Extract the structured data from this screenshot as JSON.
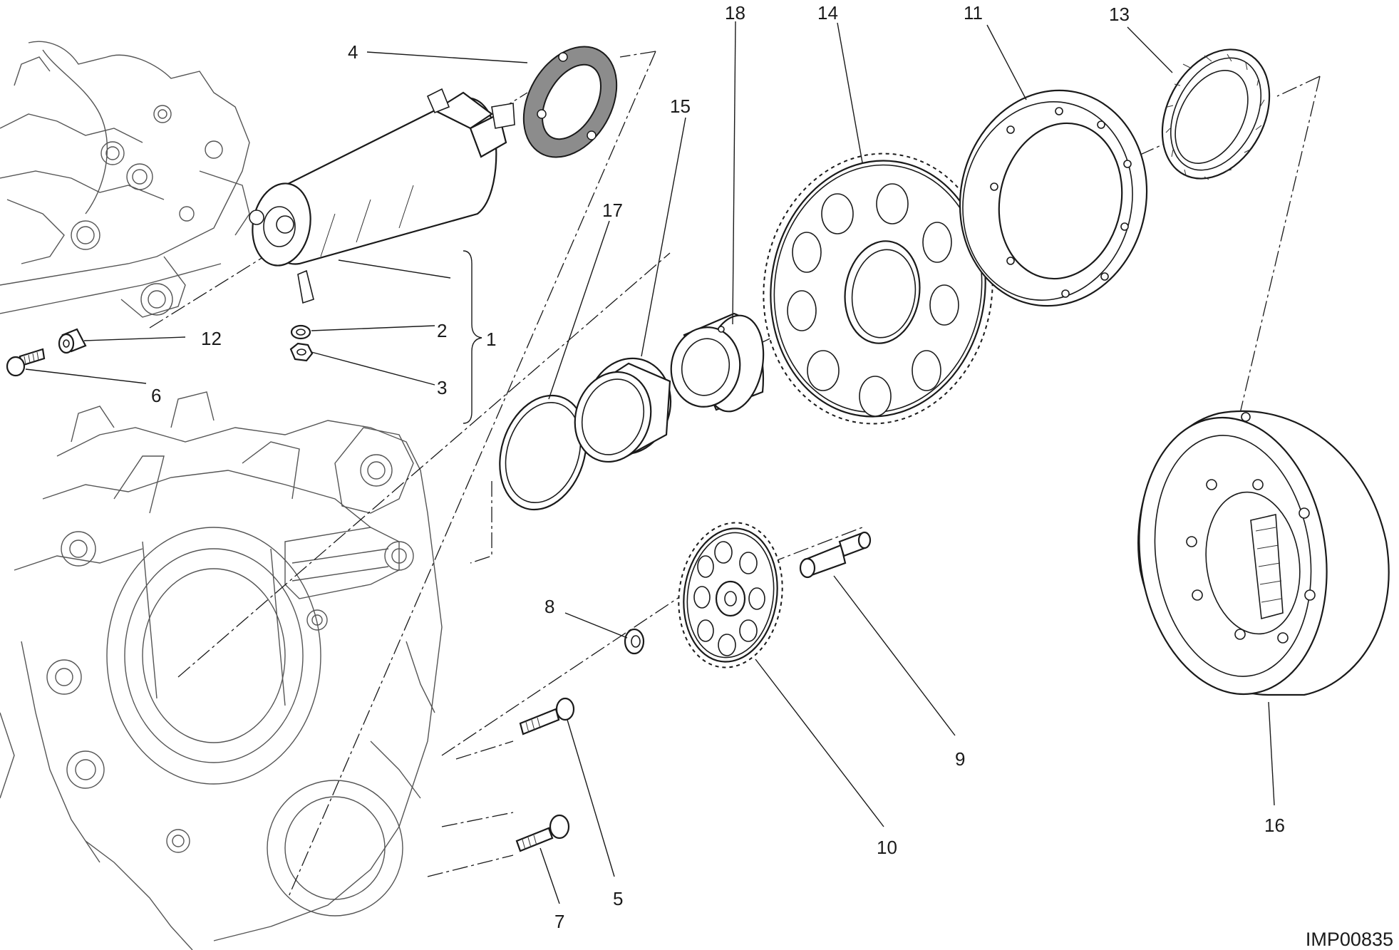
{
  "diagram": {
    "reference_code": "IMP00835",
    "callouts": [
      {
        "id": "c1",
        "label": "1"
      },
      {
        "id": "c2",
        "label": "2"
      },
      {
        "id": "c3",
        "label": "3"
      },
      {
        "id": "c4",
        "label": "4"
      },
      {
        "id": "c5",
        "label": "5"
      },
      {
        "id": "c6",
        "label": "6"
      },
      {
        "id": "c7",
        "label": "7"
      },
      {
        "id": "c8",
        "label": "8"
      },
      {
        "id": "c9",
        "label": "9"
      },
      {
        "id": "c10",
        "label": "10"
      },
      {
        "id": "c11",
        "label": "11"
      },
      {
        "id": "c12",
        "label": "12"
      },
      {
        "id": "c13",
        "label": "13"
      },
      {
        "id": "c14",
        "label": "14"
      },
      {
        "id": "c15",
        "label": "15"
      },
      {
        "id": "c16",
        "label": "16"
      },
      {
        "id": "c17",
        "label": "17"
      },
      {
        "id": "c18",
        "label": "18"
      }
    ]
  }
}
